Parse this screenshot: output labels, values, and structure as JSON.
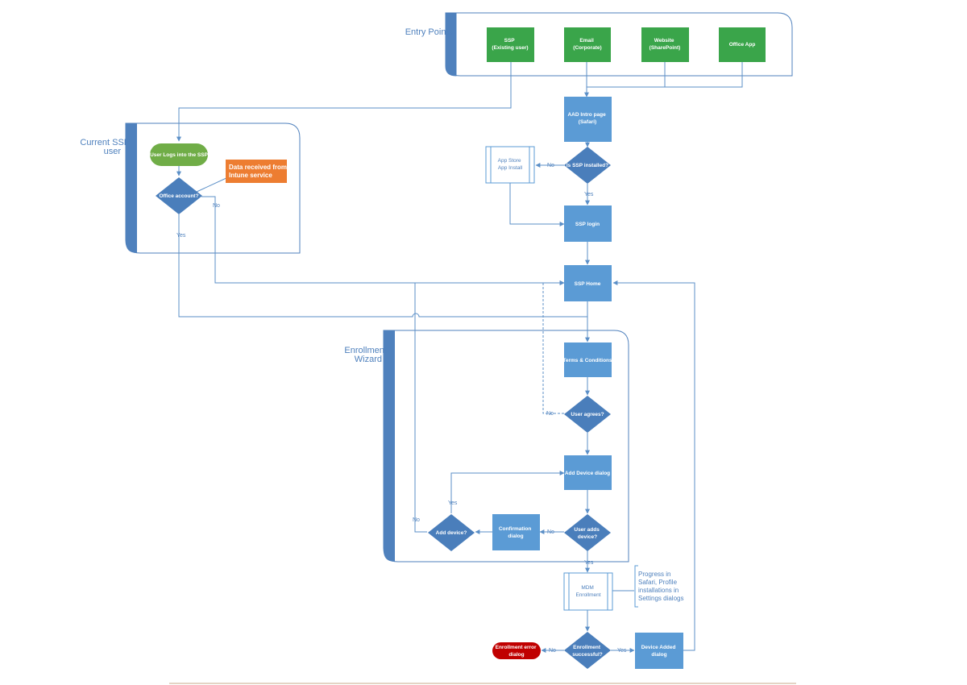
{
  "lanes": {
    "entry_points": "Entry Points",
    "current_ssp_user": [
      "Current SSP",
      "user"
    ],
    "enrollment_wizard": [
      "Enrollment",
      "Wizard"
    ]
  },
  "nodes": {
    "ssp_existing": [
      "SSP",
      "(Existing user)"
    ],
    "email_corporate": [
      "Email",
      "(Corporate)"
    ],
    "website_sharepoint": [
      "Website",
      "(SharePoint)"
    ],
    "office_app": [
      "Office App"
    ],
    "aad_intro": [
      "AAD Intro page",
      "(Safari)"
    ],
    "is_ssp_installed": [
      "Is SSP installed?"
    ],
    "app_store_install": [
      "App Store",
      "App Install"
    ],
    "ssp_login": [
      "SSP login"
    ],
    "ssp_home": [
      "SSP Home"
    ],
    "user_logs_in": [
      "User Logs into the SSP"
    ],
    "data_received": [
      "Data received from",
      "Intune service"
    ],
    "office_account": [
      "Office account?"
    ],
    "terms_conditions": [
      "Terms & Conditions"
    ],
    "user_agrees": [
      "User agrees?"
    ],
    "add_device_dialog": [
      "Add Device dialog"
    ],
    "user_adds_device": [
      "User adds",
      "device?"
    ],
    "confirmation_dialog": [
      "Confirmation",
      "dialog"
    ],
    "add_device_q": [
      "Add device?"
    ],
    "mdm_enrollment": [
      "MDM",
      "Enrollment"
    ],
    "enrollment_successful": [
      "Enrollment",
      "successful?"
    ],
    "device_added_dialog": [
      "Device Added",
      "dialog"
    ],
    "enrollment_error_dialog": [
      "Enrollment error",
      "dialog"
    ]
  },
  "note": [
    "Progress in",
    "Safari, Profile",
    "installations in",
    "Settings dialogs"
  ],
  "edge_labels": {
    "installed_no": "No",
    "installed_yes": "Yes",
    "office_no": "No",
    "office_yes": "Yes",
    "agrees_no": "No",
    "adds_no": "No",
    "adds_yes": "Yes",
    "add_device_yes": "Yes",
    "add_device_no": "No",
    "enroll_no": "No",
    "enroll_yes": "Yes"
  },
  "colors": {
    "green": "#3aa54a",
    "blue": "#5b9bd5",
    "dark_blue": "#4a7ebb",
    "light_green": "#70ad47",
    "orange": "#ed7d31",
    "red": "#c00000",
    "lane_bar": "#4f81bd"
  }
}
